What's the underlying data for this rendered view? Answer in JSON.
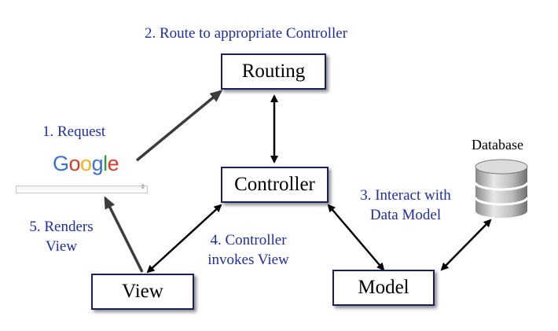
{
  "boxes": {
    "routing": "Routing",
    "controller": "Controller",
    "view": "View",
    "model": "Model"
  },
  "labels": {
    "step2": "2. Route to appropriate Controller",
    "step1": "1. Request",
    "step3_line1": "3. Interact with",
    "step3_line2": "Data Model",
    "step4_line1": "4. Controller",
    "step4_line2": "invokes View",
    "step5_line1": "5. Renders",
    "step5_line2": "View",
    "database": "Database"
  },
  "google_logo": {
    "letters": [
      "G",
      "o",
      "o",
      "g",
      "l",
      "e"
    ],
    "colors": [
      "#3b6fd8",
      "#d83a2c",
      "#f2b11e",
      "#3b6fd8",
      "#2e9b3d",
      "#d83a2c"
    ]
  },
  "colors": {
    "label_text": "#1f2fa3",
    "box_border": "#1a1f5a",
    "arrow_black": "#000000",
    "arrow_gray": "#3c3c3c"
  }
}
